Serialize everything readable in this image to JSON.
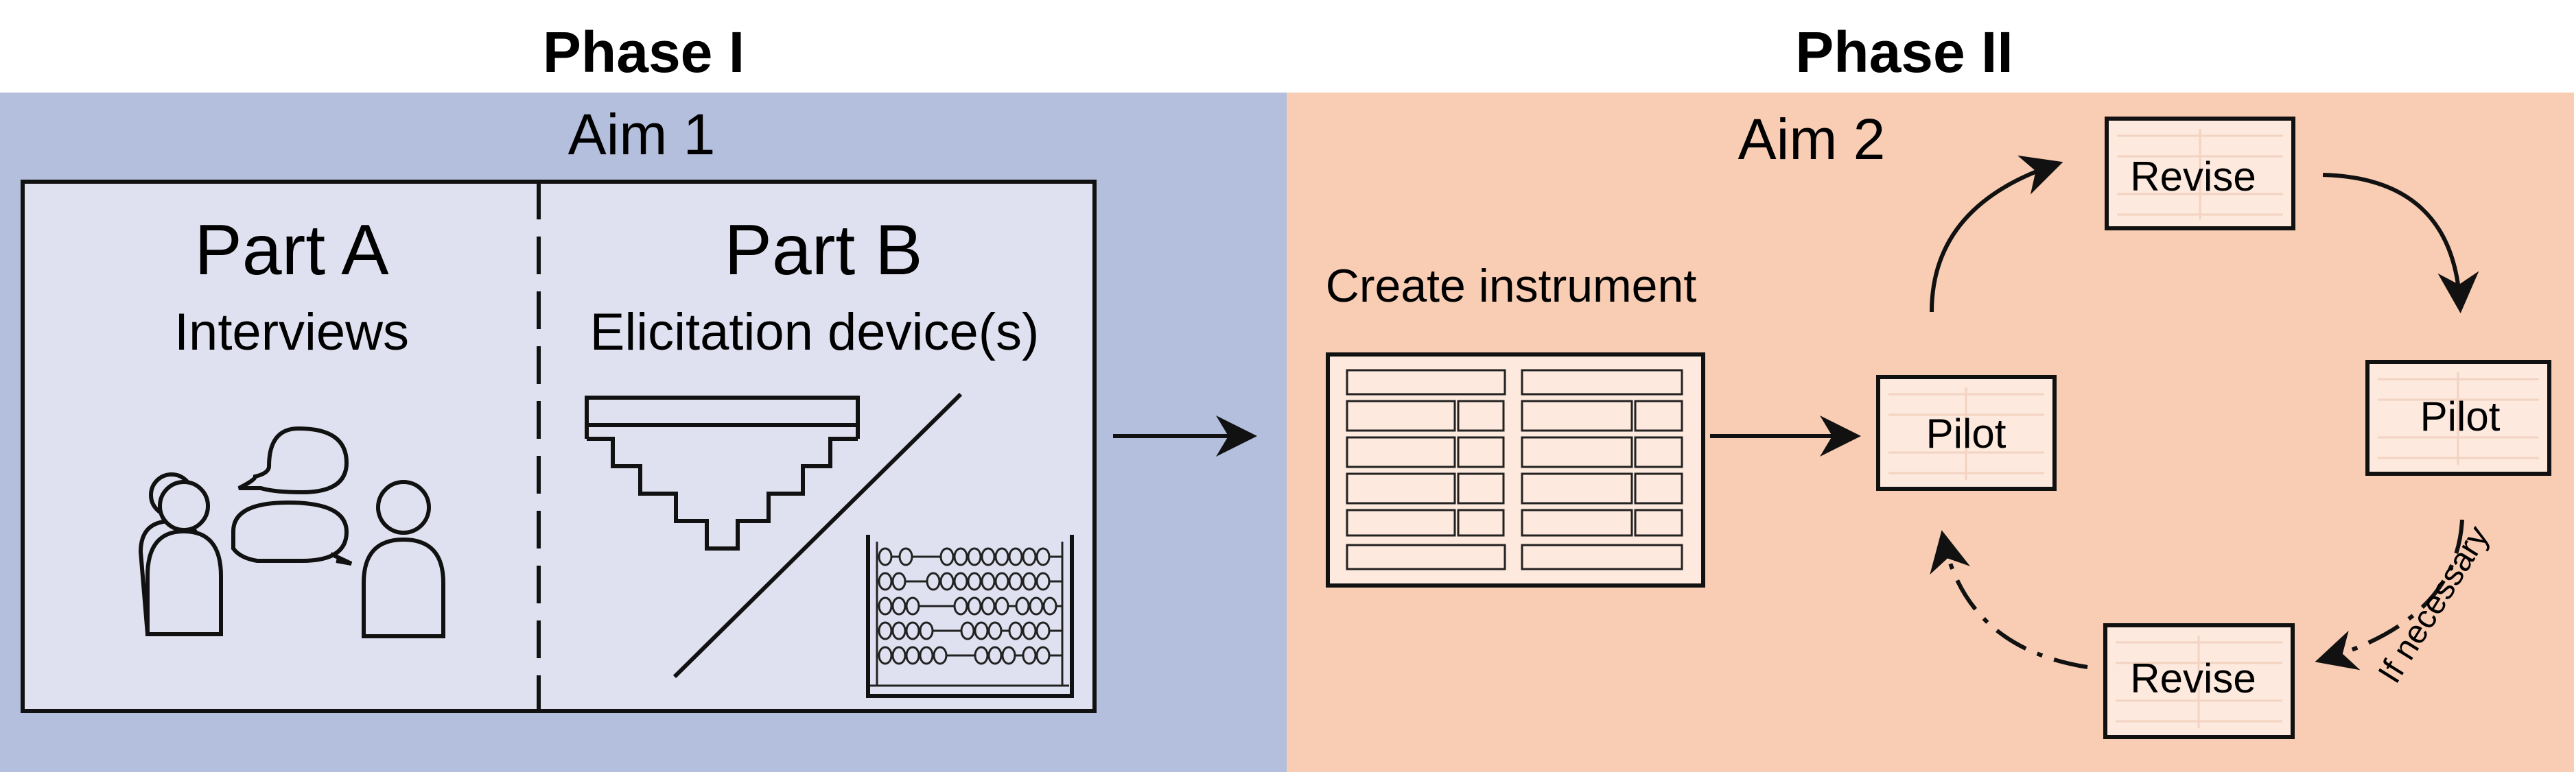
{
  "colors": {
    "phase1_bg": "#b3bfdc",
    "phase1_panel": "#e0e1f0",
    "phase2_bg": "#f8cdb4",
    "doc_fill": "#fde9dd",
    "doc_grid": "#f3d3c1"
  },
  "phase1": {
    "title": "Phase I",
    "aim": "Aim 1",
    "part_a": {
      "title": "Part A",
      "subtitle": "Interviews"
    },
    "part_b": {
      "title": "Part B",
      "subtitle": "Elicitation device(s)"
    }
  },
  "phase2": {
    "title": "Phase II",
    "aim": "Aim 2",
    "create_label": "Create instrument",
    "pilot_left": "Pilot",
    "revise_top": "Revise",
    "pilot_right": "Pilot",
    "revise_bottom": "Revise",
    "if_necessary": "If necessary"
  },
  "icons": [
    "people-talking-icon",
    "stepped-scale-icon",
    "abacus-icon",
    "document-form-icon"
  ]
}
